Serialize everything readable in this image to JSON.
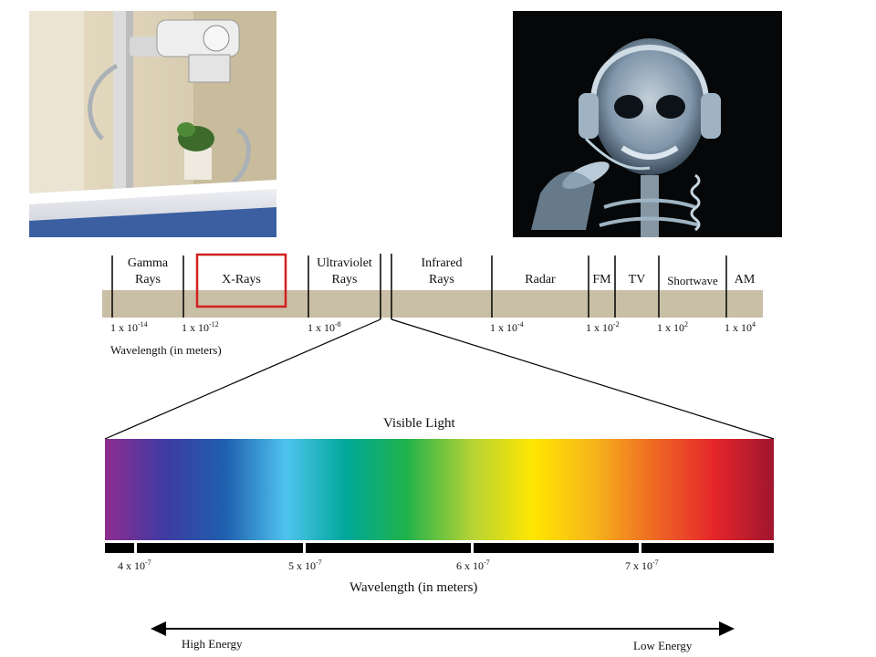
{
  "spectrum": {
    "bands": [
      {
        "line1": "Gamma",
        "line2": "Rays"
      },
      {
        "line1": "X-Rays",
        "line2": ""
      },
      {
        "line1": "Ultraviolet",
        "line2": "Rays"
      },
      {
        "line1": "Infrared",
        "line2": "Rays"
      },
      {
        "line1": "Radar",
        "line2": ""
      },
      {
        "line1": "FM",
        "line2": ""
      },
      {
        "line1": "TV",
        "line2": ""
      },
      {
        "line1": "Shortwave",
        "line2": ""
      },
      {
        "line1": "AM",
        "line2": ""
      }
    ],
    "ticks": [
      {
        "base": "1 x 10",
        "exp": "-14"
      },
      {
        "base": "1 x 10",
        "exp": "-12"
      },
      {
        "base": "1 x 10",
        "exp": "-8"
      },
      {
        "base": "1 x 10",
        "exp": "-4"
      },
      {
        "base": "1 x 10",
        "exp": "-2"
      },
      {
        "base": "1 x 10",
        "exp": "2"
      },
      {
        "base": "1 x 10",
        "exp": "4"
      }
    ],
    "axis_label": "Wavelength (in meters)",
    "highlight_color": "#d21f1f",
    "bar_color": "#c9bea6"
  },
  "visible": {
    "title": "Visible Light",
    "ticks": [
      {
        "base": "4 x 10",
        "exp": "-7"
      },
      {
        "base": "5 x 10",
        "exp": "-7"
      },
      {
        "base": "6 x 10",
        "exp": "-7"
      },
      {
        "base": "7 x 10",
        "exp": "-7"
      }
    ],
    "axis_label": "Wavelength (in meters)",
    "gradient": [
      "#8e2c8f",
      "#3e3ba3",
      "#1f5fae",
      "#4fc3ef",
      "#00a89a",
      "#1fb24b",
      "#b7d335",
      "#ffe600",
      "#f6b51b",
      "#ee6a23",
      "#e5262b",
      "#a0152e"
    ]
  },
  "energy": {
    "left": "High Energy",
    "right": "Low Energy"
  },
  "photos": {
    "left_icon": "xray-machine-image",
    "right_icon": "xray-skeleton-headphones-image"
  }
}
